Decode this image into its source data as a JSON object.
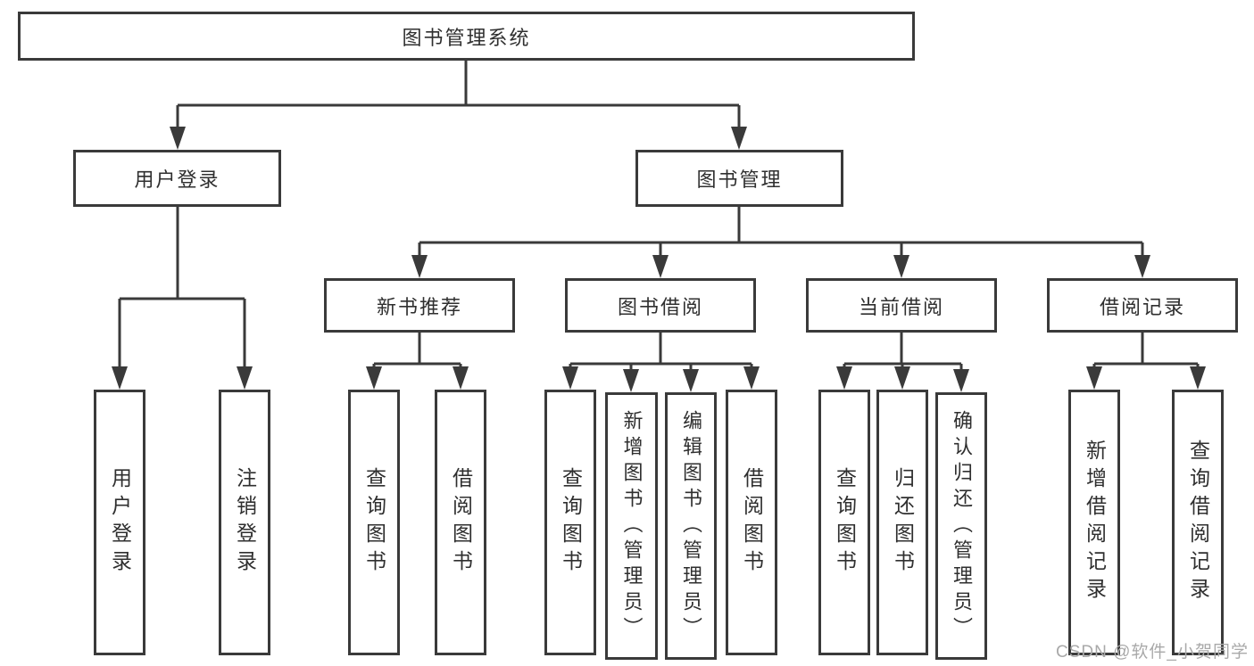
{
  "nodes": {
    "root": "图书管理系统",
    "level2": [
      "用户登录",
      "图书管理"
    ],
    "level3": [
      "新书推荐",
      "图书借阅",
      "当前借阅",
      "借阅记录"
    ],
    "user_login_children": [
      "用户登录",
      "注销登录"
    ],
    "new_book_children": [
      "查询图书",
      "借阅图书"
    ],
    "book_borrow_children": [
      "查询图书",
      "新增图书（管理员）",
      "编辑图书（管理员）",
      "借阅图书"
    ],
    "current_borrow_children": [
      "查询图书",
      "归还图书",
      "确认归还（管理员）"
    ],
    "borrow_record_children": [
      "新增借阅记录",
      "查询借阅记录"
    ]
  },
  "colors": {
    "line": "#3a3a3a",
    "text": "#2f2f2f",
    "watermark_text": "#a9a9a9"
  },
  "watermark": {
    "text": "CSDN @软件_小贺同学"
  }
}
